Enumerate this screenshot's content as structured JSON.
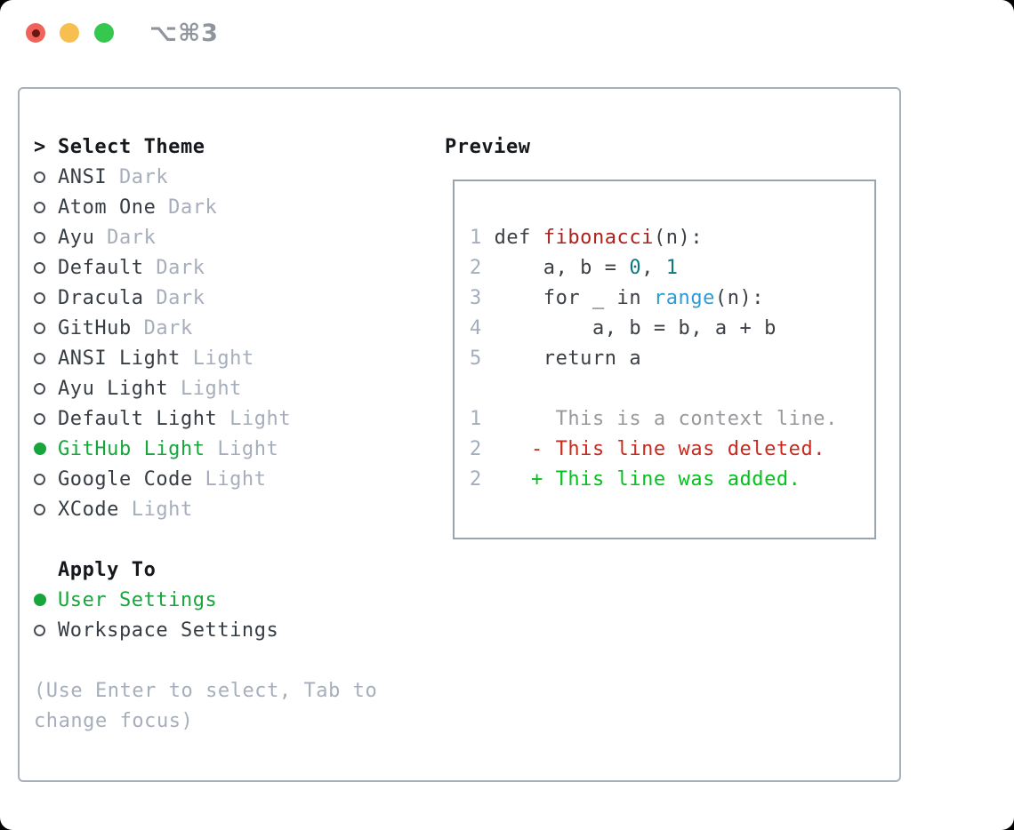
{
  "window": {
    "title": "⌥⌘3"
  },
  "theme_panel": {
    "prompt_char": ">",
    "title": "Select Theme",
    "themes": [
      {
        "name": "ANSI",
        "variant": "Dark",
        "selected": false
      },
      {
        "name": "Atom One",
        "variant": "Dark",
        "selected": false
      },
      {
        "name": "Ayu",
        "variant": "Dark",
        "selected": false
      },
      {
        "name": "Default",
        "variant": "Dark",
        "selected": false
      },
      {
        "name": "Dracula",
        "variant": "Dark",
        "selected": false
      },
      {
        "name": "GitHub",
        "variant": "Dark",
        "selected": false
      },
      {
        "name": "ANSI Light",
        "variant": "Light",
        "selected": false
      },
      {
        "name": "Ayu Light",
        "variant": "Light",
        "selected": false
      },
      {
        "name": "Default Light",
        "variant": "Light",
        "selected": false
      },
      {
        "name": "GitHub Light",
        "variant": "Light",
        "selected": true
      },
      {
        "name": "Google Code",
        "variant": "Light",
        "selected": false
      },
      {
        "name": "XCode",
        "variant": "Light",
        "selected": false
      }
    ],
    "apply_to": {
      "title": "Apply To",
      "options": [
        {
          "label": "User Settings",
          "selected": true
        },
        {
          "label": "Workspace Settings",
          "selected": false
        }
      ]
    },
    "hint_line1": "(Use Enter to select, Tab to",
    "hint_line2": "change focus)"
  },
  "preview": {
    "title": "Preview",
    "code_lines": [
      {
        "num": "1",
        "tokens": [
          {
            "text": "def ",
            "style": "code"
          },
          {
            "text": "fibonacci",
            "style": "function"
          },
          {
            "text": "(n):",
            "style": "code"
          }
        ]
      },
      {
        "num": "2",
        "tokens": [
          {
            "text": "    a, b = ",
            "style": "code"
          },
          {
            "text": "0",
            "style": "number"
          },
          {
            "text": ", ",
            "style": "code"
          },
          {
            "text": "1",
            "style": "number"
          }
        ]
      },
      {
        "num": "3",
        "tokens": [
          {
            "text": "    for _ in ",
            "style": "code"
          },
          {
            "text": "range",
            "style": "builtin"
          },
          {
            "text": "(n):",
            "style": "code"
          }
        ]
      },
      {
        "num": "4",
        "tokens": [
          {
            "text": "        a, b = b, a + b",
            "style": "code"
          }
        ]
      },
      {
        "num": "5",
        "tokens": [
          {
            "text": "    return a",
            "style": "code"
          }
        ]
      },
      {
        "num": "",
        "tokens": []
      }
    ],
    "diff_lines": [
      {
        "num": "1",
        "marker": " ",
        "text": "This is a context line.",
        "kind": "context"
      },
      {
        "num": "2",
        "marker": "-",
        "text": "This line was deleted.",
        "kind": "deleted"
      },
      {
        "num": "2",
        "marker": "+",
        "text": "This line was added.",
        "kind": "added"
      }
    ]
  },
  "colors": {
    "traffic_red": "#f0635a",
    "traffic_red_dot": "#6d1511",
    "traffic_yellow": "#f6bf4f",
    "traffic_green": "#36c74e",
    "title_gray": "#8f959c",
    "panel_border": "#a8b1bb",
    "preview_border": "#9aa4af",
    "text_dark": "#373d44",
    "muted_gray": "#a6aebc",
    "accent_green": "#17a53c",
    "radio_ring": "#474d55",
    "line_number_gray": "#a4adbd",
    "text_code": "#3a4046",
    "function_red": "#ae211c",
    "builtin_blue": "#2b9dd6",
    "number_teal": "#0d7680",
    "context_gray": "#97999c",
    "diff_deleted": "#c92a1d",
    "diff_added": "#02c31c"
  }
}
